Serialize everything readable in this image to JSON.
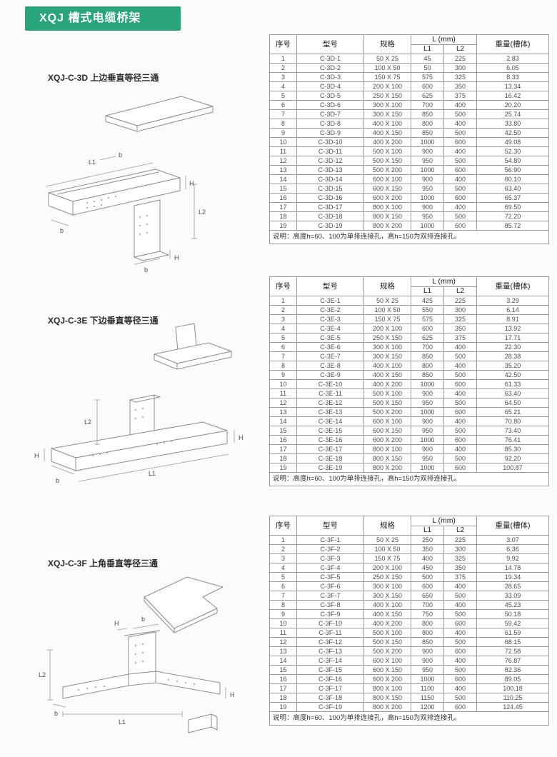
{
  "banner": {
    "title": "XQJ 槽式电缆桥架"
  },
  "colors": {
    "banner_bg": "#2aa47a",
    "banner_text": "#ffffff",
    "table_border": "#9b9b9b"
  },
  "table_headers": {
    "index": "序号",
    "model": "型号",
    "spec": "规格",
    "l": "L (mm)",
    "l1": "L1",
    "l2": "L2",
    "weight": "重量(槽体)"
  },
  "table_note": "说明：高度h=60、100为单排连接孔，高h=150为双排连接孔。",
  "drawing_labels": {
    "l1": "L1",
    "l2": "L2",
    "b": "b",
    "h": "H"
  },
  "sections": [
    {
      "heading": "XQJ-C-3D 上边垂直等径三通",
      "rows": [
        [
          "1",
          "C-3D-1",
          "50 X 25",
          "45",
          "225",
          "2.83"
        ],
        [
          "2",
          "C-3D-2",
          "100 X 50",
          "50",
          "300",
          "6.05"
        ],
        [
          "3",
          "C-3D-3",
          "150 X 75",
          "575",
          "325",
          "8.33"
        ],
        [
          "4",
          "C-3D-4",
          "200 X 100",
          "600",
          "350",
          "13.34"
        ],
        [
          "5",
          "C-3D-5",
          "250 X 150",
          "625",
          "375",
          "16.42"
        ],
        [
          "6",
          "C-3D-6",
          "300 X 100",
          "700",
          "400",
          "20.20"
        ],
        [
          "7",
          "C-3D-7",
          "300 X 150",
          "850",
          "500",
          "25.74"
        ],
        [
          "8",
          "C-3D-8",
          "400 X 100",
          "800",
          "400",
          "33.80"
        ],
        [
          "9",
          "C-3D-9",
          "400 X 150",
          "850",
          "500",
          "42.50"
        ],
        [
          "10",
          "C-3D-10",
          "400 X 200",
          "1000",
          "600",
          "49.08"
        ],
        [
          "11",
          "C-3D-11",
          "500 X 100",
          "900",
          "400",
          "52.30"
        ],
        [
          "12",
          "C-3D-12",
          "500 X 150",
          "950",
          "500",
          "54.80"
        ],
        [
          "13",
          "C-3D-13",
          "500 X 200",
          "1000",
          "600",
          "56.90"
        ],
        [
          "14",
          "C-3D-14",
          "600 X 100",
          "900",
          "400",
          "60.10"
        ],
        [
          "15",
          "C-3D-15",
          "600 X 150",
          "950",
          "500",
          "63.40"
        ],
        [
          "16",
          "C-3D-16",
          "600 X 200",
          "1000",
          "600",
          "65.37"
        ],
        [
          "17",
          "C-3D-17",
          "800 X 100",
          "900",
          "400",
          "69.50"
        ],
        [
          "18",
          "C-3D-18",
          "800 X 150",
          "950",
          "500",
          "72.20"
        ],
        [
          "19",
          "C-3D-19",
          "800 X 200",
          "1000",
          "600",
          "85.72"
        ]
      ]
    },
    {
      "heading": "XQJ-C-3E 下边垂直等径三通",
      "rows": [
        [
          "1",
          "C-3E-1",
          "50 X 25",
          "425",
          "225",
          "3.29"
        ],
        [
          "2",
          "C-3E-2",
          "100 X 50",
          "550",
          "300",
          "6.14"
        ],
        [
          "3",
          "C-3E-3",
          "150 X 75",
          "575",
          "325",
          "8.91"
        ],
        [
          "4",
          "C-3E-4",
          "200 X 100",
          "600",
          "350",
          "13.92"
        ],
        [
          "5",
          "C-3E-5",
          "250 X 150",
          "625",
          "375",
          "17.71"
        ],
        [
          "6",
          "C-3E-6",
          "300 X 100",
          "700",
          "400",
          "22.30"
        ],
        [
          "7",
          "C-3E-7",
          "300 X 150",
          "850",
          "500",
          "28.38"
        ],
        [
          "8",
          "C-3E-8",
          "400 X 100",
          "800",
          "400",
          "35.20"
        ],
        [
          "9",
          "C-3E-9",
          "400 X 150",
          "850",
          "500",
          "42.50"
        ],
        [
          "10",
          "C-3E-10",
          "400 X 200",
          "1000",
          "600",
          "61.33"
        ],
        [
          "11",
          "C-3E-11",
          "500 X 100",
          "900",
          "400",
          "63.40"
        ],
        [
          "12",
          "C-3E-12",
          "500 X 150",
          "950",
          "500",
          "64.50"
        ],
        [
          "13",
          "C-3E-13",
          "500 X 200",
          "1000",
          "600",
          "65.21"
        ],
        [
          "14",
          "C-3E-14",
          "600 X 100",
          "900",
          "400",
          "70.80"
        ],
        [
          "15",
          "C-3E-15",
          "600 X 150",
          "950",
          "500",
          "73.40"
        ],
        [
          "16",
          "C-3E-16",
          "600 X 200",
          "1000",
          "600",
          "76.41"
        ],
        [
          "17",
          "C-3E-17",
          "800 X 100",
          "900",
          "400",
          "85.30"
        ],
        [
          "18",
          "C-3E-18",
          "800 X 150",
          "950",
          "500",
          "92.20"
        ],
        [
          "19",
          "C-3E-19",
          "800 X 200",
          "1000",
          "600",
          "100.87"
        ]
      ]
    },
    {
      "heading": "XQJ-C-3F 上角垂直等径三通",
      "rows": [
        [
          "1",
          "C-3F-1",
          "50 X 25",
          "250",
          "225",
          "3.07"
        ],
        [
          "2",
          "C-3F-2",
          "100 X 50",
          "350",
          "300",
          "6.36"
        ],
        [
          "3",
          "C-3F-3",
          "150 X 75",
          "400",
          "325",
          "9.92"
        ],
        [
          "4",
          "C-3F-4",
          "200 X 100",
          "450",
          "350",
          "14.78"
        ],
        [
          "5",
          "C-3F-5",
          "250 X 150",
          "500",
          "375",
          "19.34"
        ],
        [
          "6",
          "C-3F-6",
          "300 X 100",
          "600",
          "400",
          "28.65"
        ],
        [
          "7",
          "C-3F-7",
          "300 X 150",
          "650",
          "500",
          "33.09"
        ],
        [
          "8",
          "C-3F-8",
          "400 X 100",
          "700",
          "400",
          "45.23"
        ],
        [
          "9",
          "C-3F-9",
          "400 X 150",
          "750",
          "500",
          "50.18"
        ],
        [
          "10",
          "C-3F-10",
          "400 X 200",
          "800",
          "600",
          "59.42"
        ],
        [
          "11",
          "C-3F-11",
          "500 X 100",
          "800",
          "400",
          "61.59"
        ],
        [
          "12",
          "C-3F-12",
          "500 X 150",
          "850",
          "500",
          "68.15"
        ],
        [
          "13",
          "C-3F-13",
          "500 X 200",
          "900",
          "600",
          "72.58"
        ],
        [
          "14",
          "C-3F-14",
          "600 X 100",
          "900",
          "400",
          "76.87"
        ],
        [
          "15",
          "C-3F-15",
          "600 X 150",
          "950",
          "500",
          "82.36"
        ],
        [
          "16",
          "C-3F-16",
          "600 X 200",
          "1000",
          "600",
          "89.05"
        ],
        [
          "17",
          "C-3F-17",
          "800 X 100",
          "1100",
          "400",
          "100.18"
        ],
        [
          "18",
          "C-3F-18",
          "800 X 150",
          "1150",
          "500",
          "110.25"
        ],
        [
          "19",
          "C-3F-19",
          "800 X 200",
          "1200",
          "600",
          "124.45"
        ]
      ]
    }
  ]
}
